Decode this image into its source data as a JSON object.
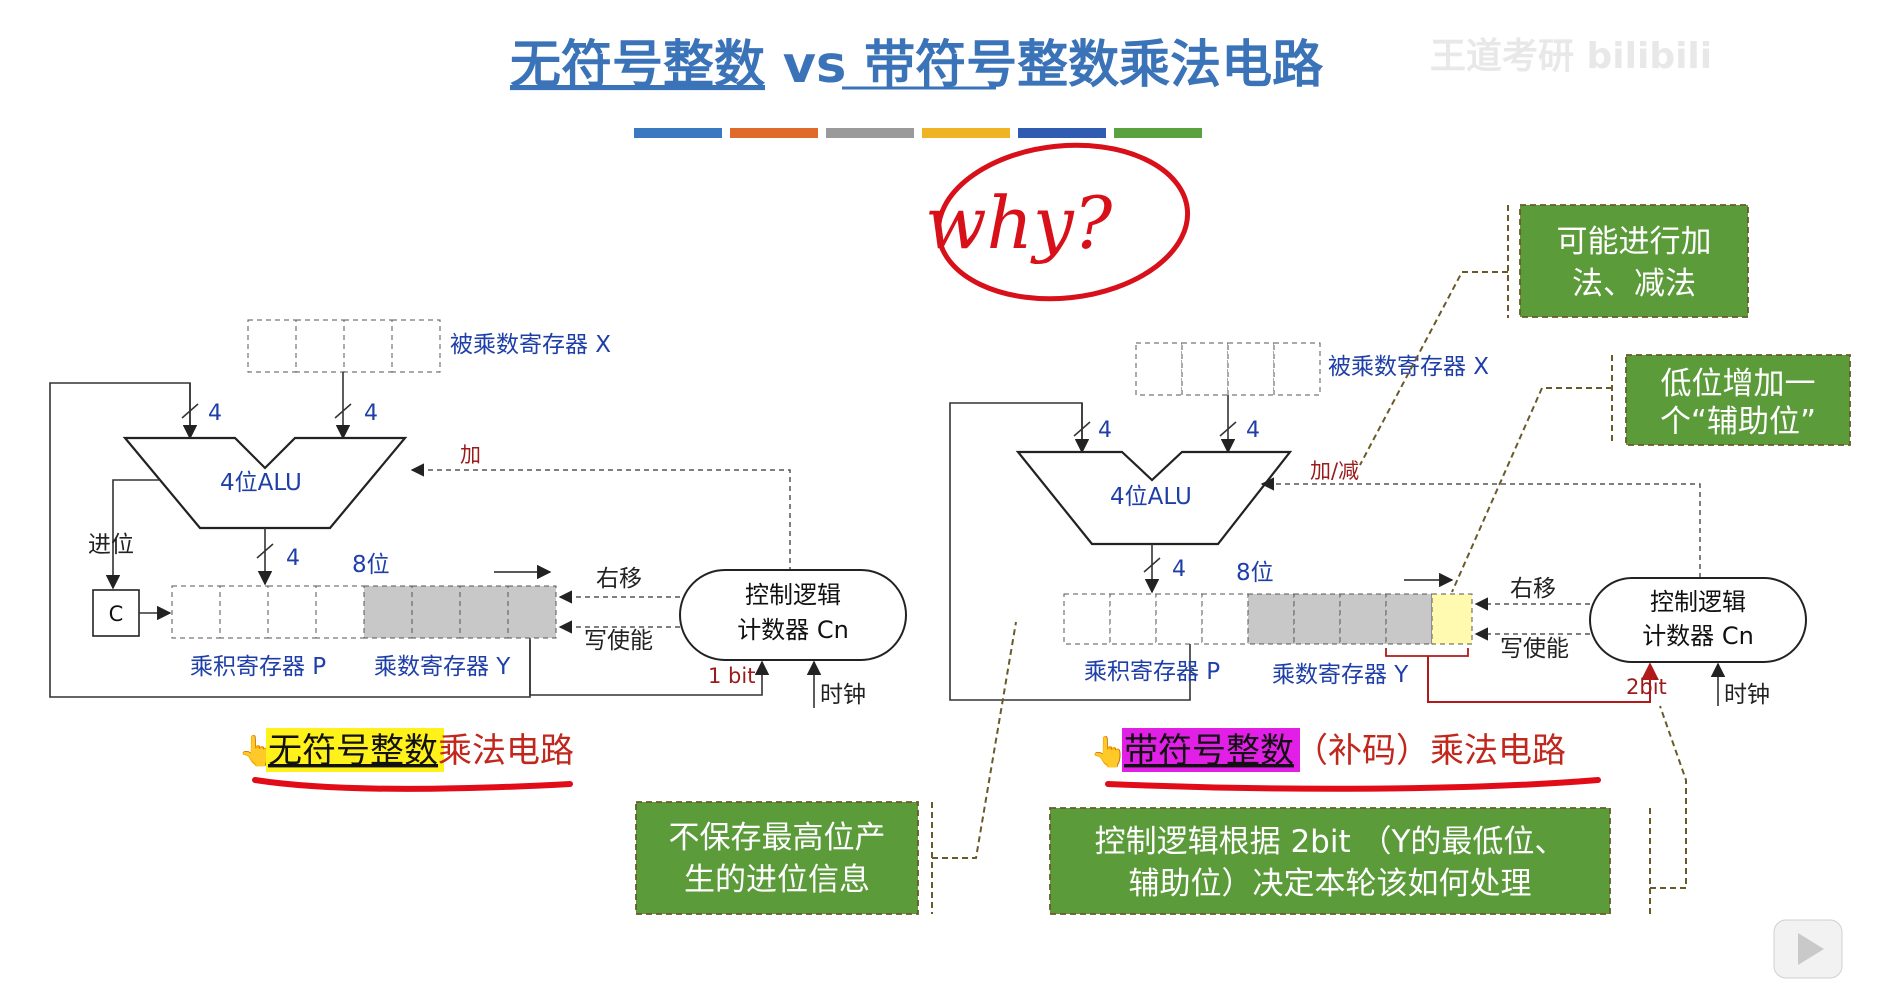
{
  "title": {
    "part1": "无符号整数",
    "vs": " vs ",
    "part2": "带符号整数乘法电路"
  },
  "watermark": "王道考研 bilibili",
  "color_bar": [
    "#3b78c2",
    "#e06a2a",
    "#9a9a9a",
    "#f0b323",
    "#2f5bb0",
    "#5aa140"
  ],
  "handwritten": "why?",
  "left": {
    "multiplicand_label": "被乘数寄存器 X",
    "alu_label": "4位ALU",
    "width_in_a": "4",
    "width_in_b": "4",
    "width_out": "4",
    "op_label": "加",
    "carry_label": "进位",
    "carry_box": "C",
    "bits_label": "8位",
    "shift_label": "右移",
    "write_label": "写使能",
    "control_line1": "控制逻辑",
    "control_line2": "计数器 Cn",
    "product_label": "乘积寄存器 P",
    "multiplier_label": "乘数寄存器 Y",
    "bit_label": "1 bit",
    "clock_label": "时钟",
    "caption_highlight": "无符号整数",
    "caption_rest": "乘法电路"
  },
  "right": {
    "multiplicand_label": "被乘数寄存器 X",
    "alu_label": "4位ALU",
    "width_in_a": "4",
    "width_in_b": "4",
    "width_out": "4",
    "op_label": "加/减",
    "bits_label": "8位",
    "shift_label": "右移",
    "write_label": "写使能",
    "control_line1": "控制逻辑",
    "control_line2": "计数器 Cn",
    "product_label": "乘积寄存器 P",
    "multiplier_label": "乘数寄存器 Y",
    "bit_label": "2bit",
    "clock_label": "时钟",
    "caption_highlight": "带符号整数",
    "caption_rest": "（补码）乘法电路"
  },
  "notes": {
    "add_sub_line1": "可能进行加",
    "add_sub_line2": "法、减法",
    "aux_line1": "低位增加一",
    "aux_line2": "个“辅助位”",
    "carry_line1": "不保存最高位产",
    "carry_line2": "生的进位信息",
    "control_line1": "控制逻辑根据 2bit （Y的最低位、",
    "control_line2": "辅助位）决定本轮该如何处理"
  },
  "colors": {
    "note_bg": "#5b9b3a",
    "highlight_yellow": "#fff21a",
    "highlight_magenta": "#e21fe6",
    "aux_bit": "#fffab0",
    "grey_cell": "#c8c8c8",
    "ink_red": "#d8101a"
  }
}
